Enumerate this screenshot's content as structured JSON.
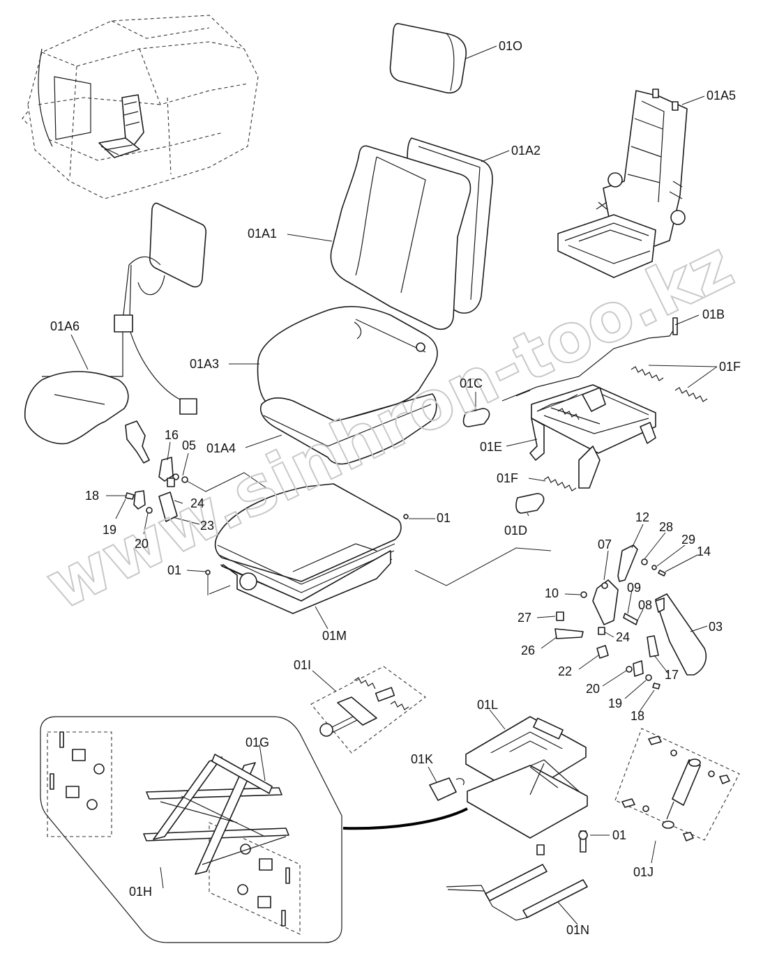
{
  "watermark": "www.sinhron-too.kz",
  "colors": {
    "line": "#1a1a1a",
    "watermark": "#c8c8c8",
    "background": "#ffffff"
  },
  "labels": {
    "p01O": "01O",
    "p01A5": "01A5",
    "p01A2": "01A2",
    "p01A1": "01A1",
    "p01A6": "01A6",
    "p01A3": "01A3",
    "p01A4": "01A4",
    "p01B": "01B",
    "p01F_top": "01F",
    "p01C": "01C",
    "p01E": "01E",
    "p01F_mid": "01F",
    "p01D": "01D",
    "p16": "16",
    "p05": "05",
    "p18_left": "18",
    "p24_left": "24",
    "p19_left": "19",
    "p23": "23",
    "p20_left": "20",
    "p01_upper": "01",
    "p01_left": "01",
    "p01M": "01M",
    "p12": "12",
    "p28": "28",
    "p29": "29",
    "p14": "14",
    "p07": "07",
    "p10": "10",
    "p09": "09",
    "p08": "08",
    "p03": "03",
    "p27": "27",
    "p24_right": "24",
    "p26": "26",
    "p22": "22",
    "p17": "17",
    "p20_right": "20",
    "p19_right": "19",
    "p18_right": "18",
    "p01I": "01I",
    "p01G": "01G",
    "p01L": "01L",
    "p01K": "01K",
    "p01_lower": "01",
    "p01J": "01J",
    "p01H": "01H",
    "p01N": "01N"
  }
}
